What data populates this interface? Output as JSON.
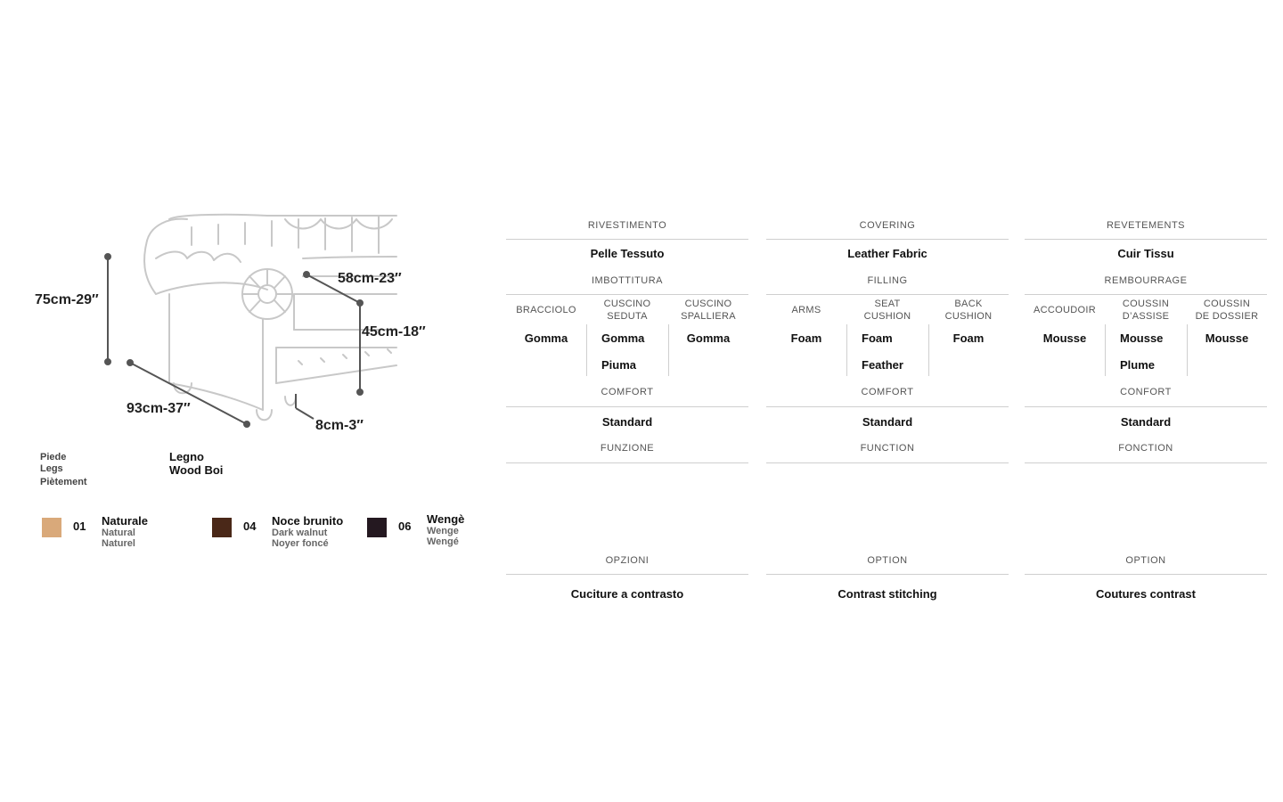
{
  "dimensions": {
    "height": "75cm-29″",
    "depth": "58cm-23″",
    "seat_height": "45cm-18″",
    "width": "93cm-37″",
    "leg": "8cm-3″"
  },
  "legs": {
    "labels": [
      "Piede",
      "Legs",
      "Piètement"
    ],
    "values": [
      "Legno",
      "Wood Boi"
    ]
  },
  "finishes": [
    {
      "code": "01",
      "name": "Naturale",
      "en": "Natural",
      "fr": "Naturel",
      "color": "#d9a97a"
    },
    {
      "code": "04",
      "name": "Noce brunito",
      "en": "Dark walnut",
      "fr": "Noyer foncé",
      "color": "#4a2818"
    },
    {
      "code": "06",
      "name": "Wengè",
      "en": "Wenge",
      "fr": "Wengé",
      "color": "#241820"
    }
  ],
  "columns": [
    {
      "covering_title": "RIVESTIMENTO",
      "covering": "Pelle Tessuto",
      "filling_title": "IMBOTTITURA",
      "filling": [
        {
          "head": [
            "BRACCIOLO"
          ],
          "values": [
            "Gomma"
          ]
        },
        {
          "head": [
            "CUSCINO",
            "SEDUTA"
          ],
          "values": [
            "Gomma",
            "Piuma"
          ]
        },
        {
          "head": [
            "CUSCINO",
            "SPALLIERA"
          ],
          "values": [
            "Gomma"
          ]
        }
      ],
      "comfort_title": "COMFORT",
      "comfort": "Standard",
      "function_title": "FUNZIONE",
      "option_title": "OPZIONI",
      "option": "Cuciture a contrasto"
    },
    {
      "covering_title": "COVERING",
      "covering": "Leather Fabric",
      "filling_title": "FILLING",
      "filling": [
        {
          "head": [
            "ARMS"
          ],
          "values": [
            "Foam"
          ]
        },
        {
          "head": [
            "SEAT",
            "CUSHION"
          ],
          "values": [
            "Foam",
            "Feather"
          ]
        },
        {
          "head": [
            "BACK",
            "CUSHION"
          ],
          "values": [
            "Foam"
          ]
        }
      ],
      "comfort_title": "COMFORT",
      "comfort": "Standard",
      "function_title": "FUNCTION",
      "option_title": "OPTION",
      "option": "Contrast stitching"
    },
    {
      "covering_title": "REVETEMENTS",
      "covering": "Cuir Tissu",
      "filling_title": "REMBOURRAGE",
      "filling": [
        {
          "head": [
            "ACCOUDOIR"
          ],
          "values": [
            "Mousse"
          ]
        },
        {
          "head": [
            "COUSSIN",
            "D’ASSISE"
          ],
          "values": [
            "Mousse",
            "Plume"
          ]
        },
        {
          "head": [
            "COUSSIN",
            "DE DOSSIER"
          ],
          "values": [
            "Mousse"
          ]
        }
      ],
      "comfort_title": "CONFORT",
      "comfort": "Standard",
      "function_title": "FONCTION",
      "option_title": "OPTION",
      "option": "Coutures contrast"
    }
  ]
}
